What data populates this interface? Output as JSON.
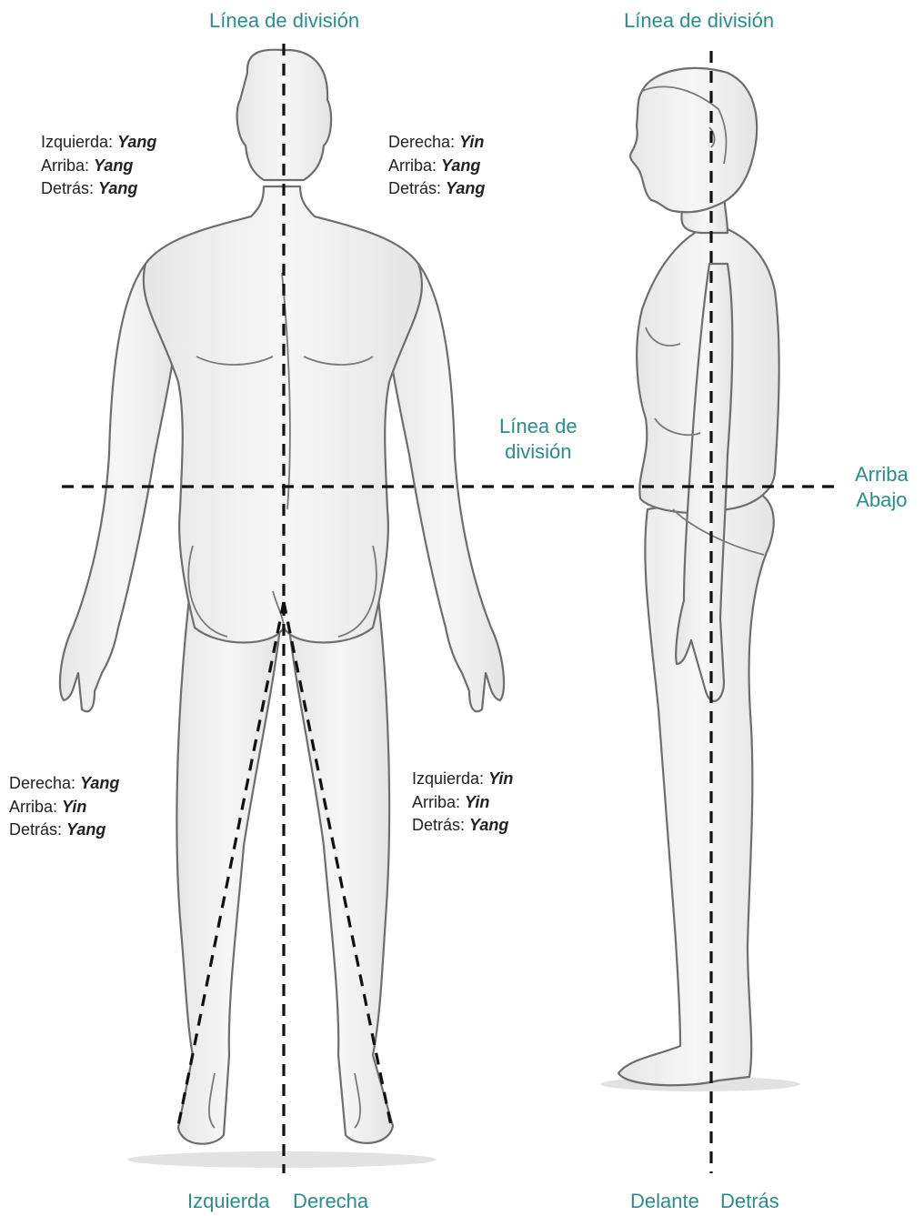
{
  "labels": {
    "division_top_back": "Línea de división",
    "division_top_side": "Línea de división",
    "division_mid_line1": "Línea de",
    "division_mid_line2": "división",
    "arriba": "Arriba",
    "abajo": "Abajo",
    "izquierda": "Izquierda",
    "derecha": "Derecha",
    "delante": "Delante",
    "detras": "Detrás"
  },
  "upper_left": {
    "rows": [
      {
        "label": "Izquierda:",
        "value": "Yang"
      },
      {
        "label": "Arriba:",
        "value": "Yang"
      },
      {
        "label": "Detrás:",
        "value": "Yang"
      }
    ]
  },
  "upper_right": {
    "rows": [
      {
        "label": "Derecha:",
        "value": "Yin"
      },
      {
        "label": "Arriba:",
        "value": "Yang"
      },
      {
        "label": "Detrás:",
        "value": "Yang"
      }
    ]
  },
  "lower_left": {
    "rows": [
      {
        "label": "Derecha:",
        "value": "Yang"
      },
      {
        "label": "Arriba:",
        "value": "Yin"
      },
      {
        "label": "Detrás:",
        "value": "Yang"
      }
    ]
  },
  "lower_right": {
    "rows": [
      {
        "label": "Izquierda:",
        "value": "Yin"
      },
      {
        "label": "Arriba:",
        "value": "Yin"
      },
      {
        "label": "Detrás:",
        "value": "Yang"
      }
    ]
  },
  "colors": {
    "accent_teal": "#2b8c8c",
    "outline": "#6e6e6e",
    "body_fill": "#f1f1f1",
    "dash": "#111111"
  }
}
